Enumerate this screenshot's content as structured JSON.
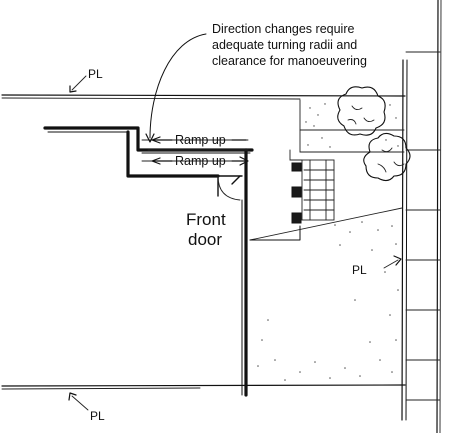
{
  "annotations": {
    "note_line1": "Direction changes require",
    "note_line2": "adequate turning radii and",
    "note_line3": "clearance for manoeuvering",
    "pl_top": "PL",
    "pl_right": "PL",
    "pl_bottom": "PL",
    "ramp_upper": "Ramp up",
    "ramp_lower": "Ramp up",
    "front_door_line1": "Front",
    "front_door_line2": "door"
  },
  "colors": {
    "ink": "#111111",
    "paper": "#ffffff"
  }
}
